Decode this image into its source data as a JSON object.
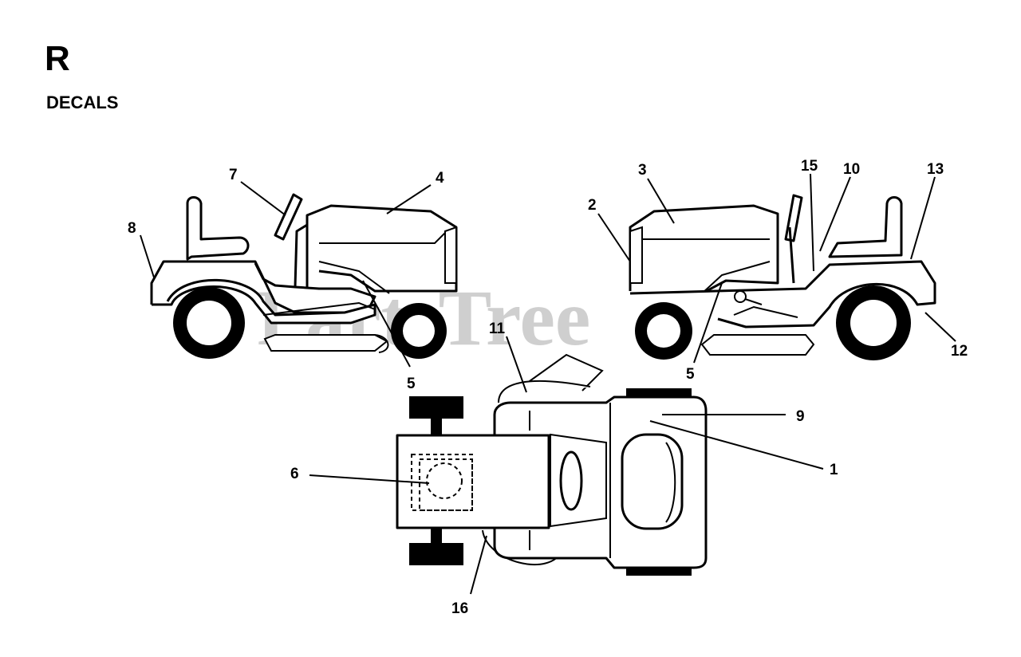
{
  "header": {
    "letter": "R",
    "section_title": "DECALS"
  },
  "watermark": "PartsTree",
  "callouts": [
    {
      "id": "c7",
      "label": "7"
    },
    {
      "id": "c4",
      "label": "4"
    },
    {
      "id": "c8",
      "label": "8"
    },
    {
      "id": "c5a",
      "label": "5"
    },
    {
      "id": "c3",
      "label": "3"
    },
    {
      "id": "c2",
      "label": "2"
    },
    {
      "id": "c15",
      "label": "15"
    },
    {
      "id": "c10",
      "label": "10"
    },
    {
      "id": "c13",
      "label": "13"
    },
    {
      "id": "c5b",
      "label": "5"
    },
    {
      "id": "c12",
      "label": "12"
    },
    {
      "id": "c11",
      "label": "11"
    },
    {
      "id": "c9",
      "label": "9"
    },
    {
      "id": "c1",
      "label": "1"
    },
    {
      "id": "c6",
      "label": "6"
    },
    {
      "id": "c16",
      "label": "16"
    }
  ]
}
